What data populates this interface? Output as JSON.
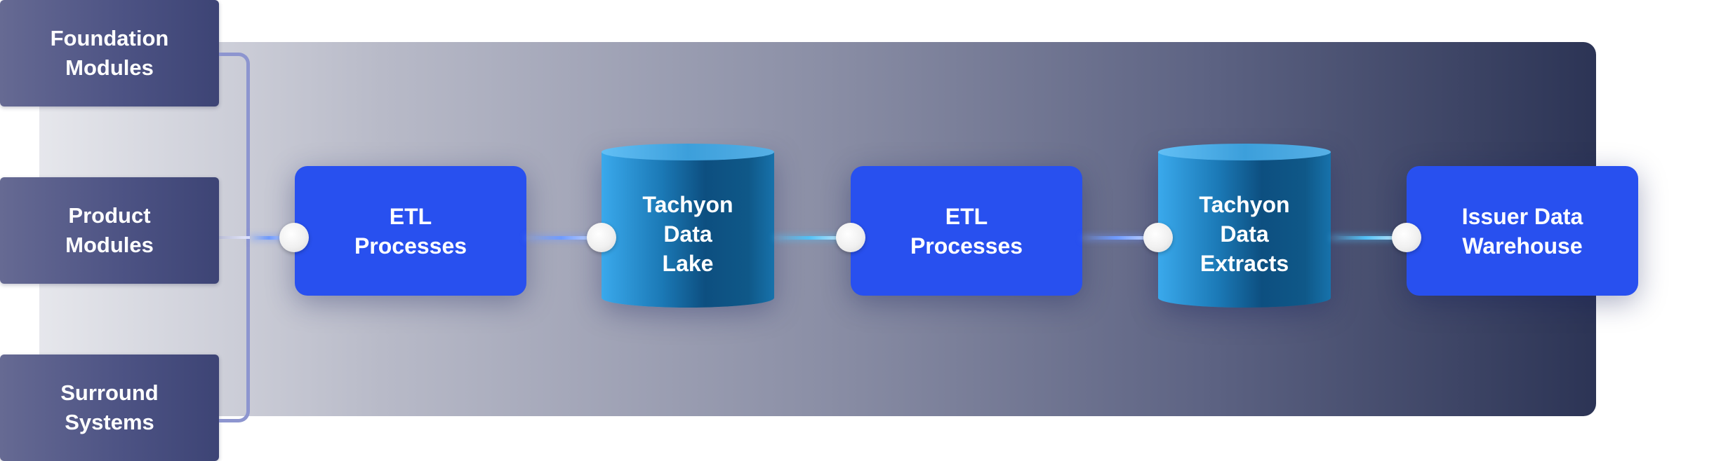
{
  "sources": [
    {
      "label": "Foundation\nModules"
    },
    {
      "label": "Product\nModules"
    },
    {
      "label": "Surround\nSystems"
    }
  ],
  "pipeline": {
    "etl_1": {
      "label": "ETL\nProcesses"
    },
    "data_lake": {
      "label": "Tachyon\nData\nLake"
    },
    "etl_2": {
      "label": "ETL\nProcesses"
    },
    "data_extracts": {
      "label": "Tachyon\nData\nExtracts"
    },
    "warehouse": {
      "label": "Issuer Data\nWarehouse"
    }
  },
  "colors": {
    "process_box": "#2850ef",
    "cylinder": "#1b79b6",
    "source_box": "#4d5384",
    "connector": "#8d95cf"
  }
}
